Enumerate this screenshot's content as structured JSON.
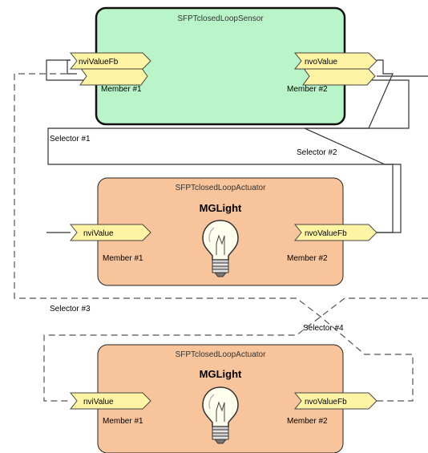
{
  "colors": {
    "sensor_fill": "#b9f5c8",
    "actuator_fill": "#f8c49b",
    "port_fill": "#fff4a3",
    "line": "#333333"
  },
  "sensor": {
    "title": "SFPTclosedLoopSensor",
    "input_port": "nviValueFb",
    "output_port": "nvoValue",
    "member_left": "Member #1",
    "member_right": "Member #2"
  },
  "actuator1": {
    "title": "SFPTclosedLoopActuator",
    "name": "MGLight",
    "input_port": "nviValue",
    "output_port": "nvoValueFb",
    "member_left": "Member #1",
    "member_right": "Member #2",
    "icon": "light-bulb-icon"
  },
  "actuator2": {
    "title": "SFPTclosedLoopActuator",
    "name": "MGLight",
    "input_port": "nviValue",
    "output_port": "nvoValueFb",
    "member_left": "Member #1",
    "member_right": "Member #2",
    "icon": "light-bulb-icon"
  },
  "selectors": {
    "s1": "Selector #1",
    "s2": "Selector #2",
    "s3": "Selector #3",
    "s4": "Selector #4"
  }
}
